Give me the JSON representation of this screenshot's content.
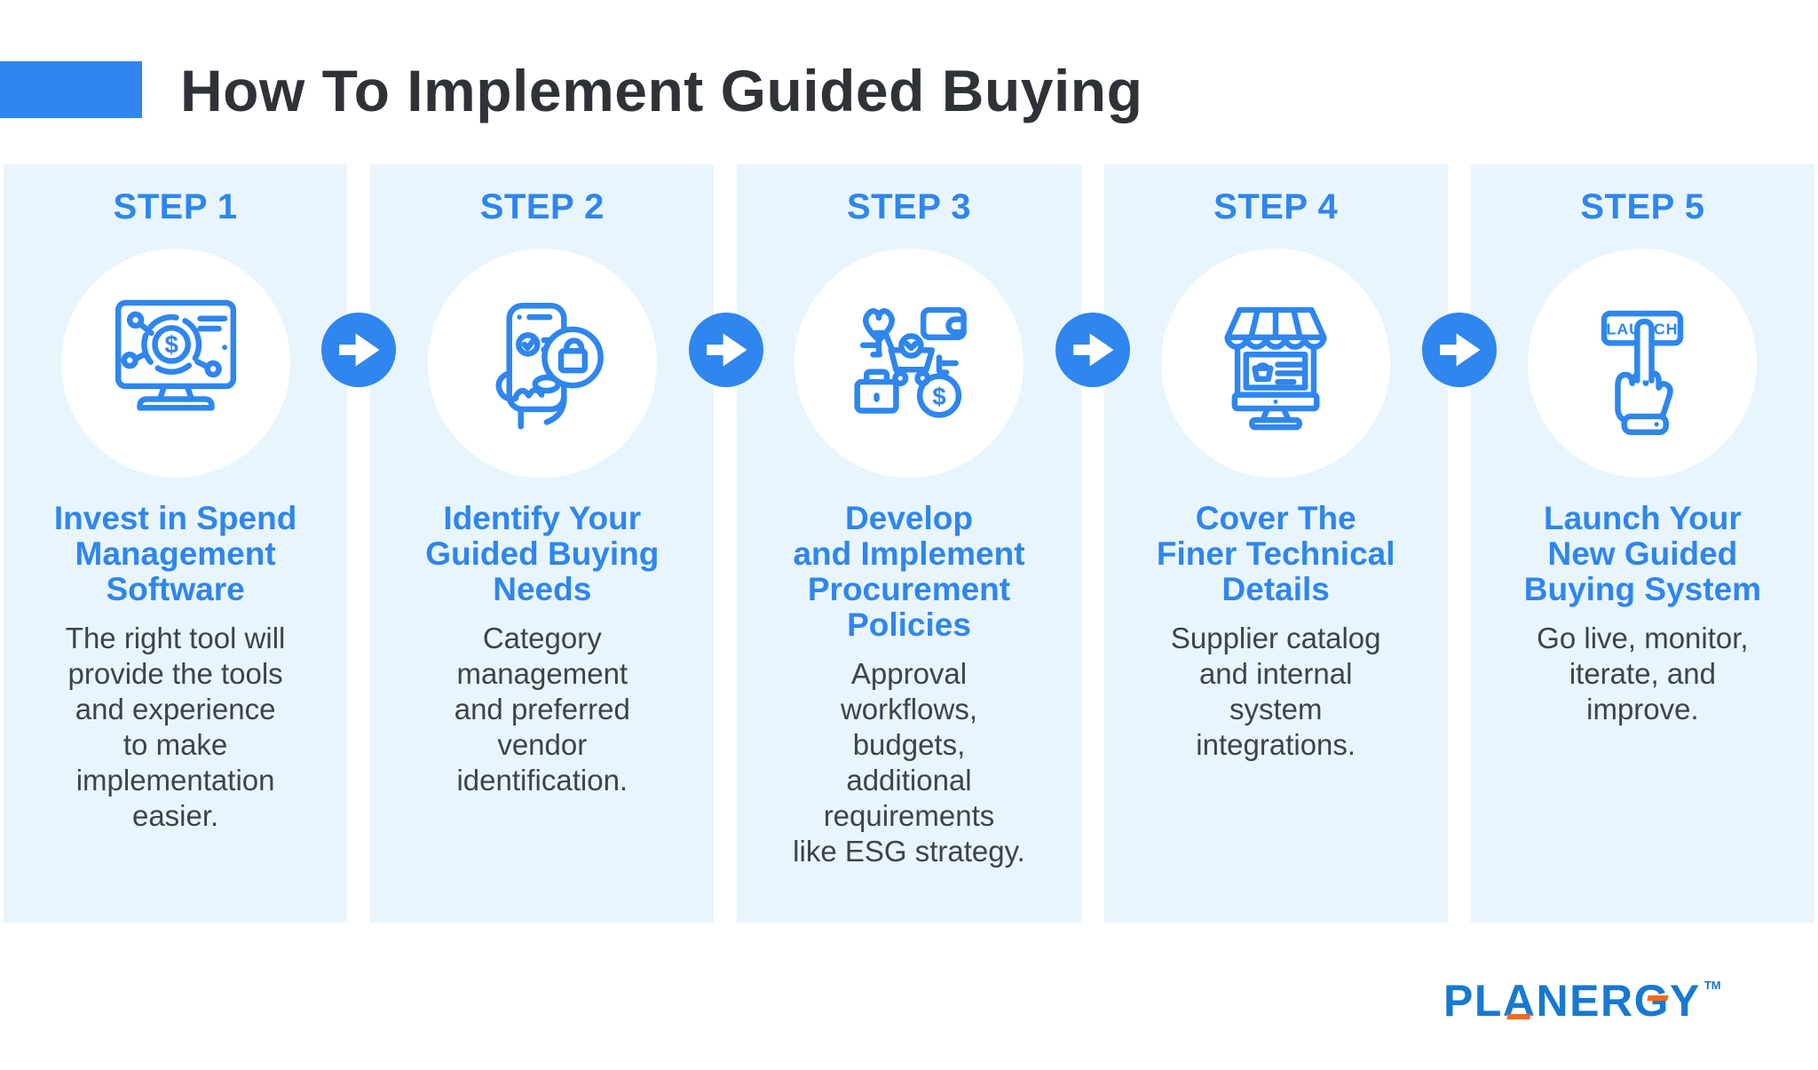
{
  "header": {
    "title": "How To Implement Guided Buying"
  },
  "steps": [
    {
      "label": "STEP 1",
      "icon": "spend-management-monitor-icon",
      "heading": "Invest in Spend\nManagement\nSoftware",
      "body": "The right tool will\nprovide the tools\nand experience\nto make\nimplementation\neasier.",
      "currency_glyph": "$"
    },
    {
      "label": "STEP 2",
      "icon": "phone-guided-buying-icon",
      "heading": "Identify Your\nGuided Buying\nNeeds",
      "body": "Category\nmanagement\nand preferred\nvendor\nidentification."
    },
    {
      "label": "STEP 3",
      "icon": "procurement-policy-icon",
      "heading": "Develop\nand Implement\nProcurement\nPolicies",
      "body": "Approval\nworkflows,\nbudgets,\nadditional\nrequirements\nlike ESG strategy.",
      "currency_glyph": "$"
    },
    {
      "label": "STEP 4",
      "icon": "storefront-monitor-icon",
      "heading": "Cover The\nFiner Technical\nDetails",
      "body": "Supplier catalog\nand internal\nsystem\nintegrations."
    },
    {
      "label": "STEP 5",
      "icon": "launch-button-icon",
      "heading": "Launch Your\nNew Guided\nBuying System",
      "body": "Go live, monitor,\niterate, and\nimprove.",
      "button_text": "LAUNCH"
    }
  ],
  "footer": {
    "brand": "PLANERGY",
    "brand_parts": {
      "p1": "PL",
      "a": "A",
      "p2": "NER",
      "g": "G",
      "p3": "Y"
    },
    "trademark": "TM"
  },
  "colors": {
    "accent_blue": "#2E86EE",
    "column_bg": "#E9F5FC",
    "icon_circle_bg": "#FFFFFF",
    "body_text": "#3E4347",
    "title_text": "#2F3237",
    "logo_blue": "#1879D0",
    "logo_orange": "#F5691D"
  }
}
